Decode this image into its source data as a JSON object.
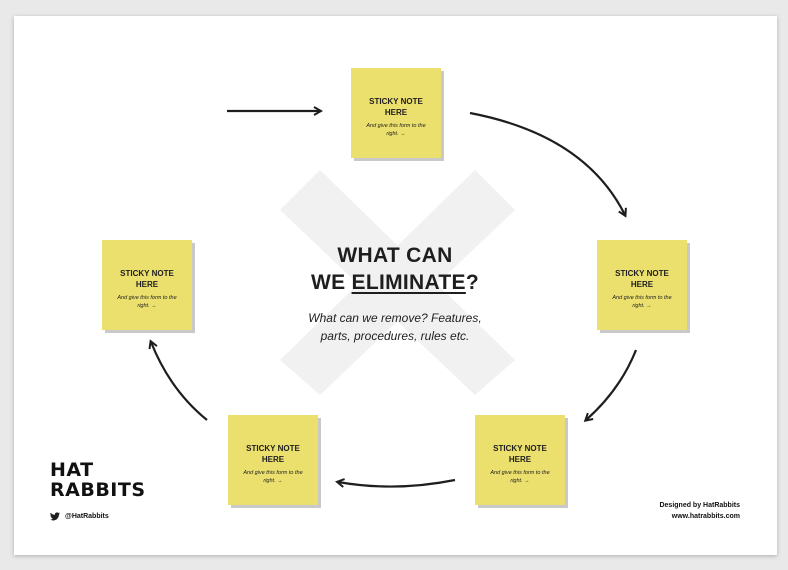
{
  "sticky_note": {
    "title_line1": "STICKY NOTE",
    "title_line2": "HERE",
    "subtitle": "And give this form to the right. →"
  },
  "center": {
    "title_line1": "WHAT CAN",
    "title_we": "WE ",
    "title_eliminate": "ELIMINATE",
    "title_q": "?",
    "subtitle_line1": "What can we remove? Features,",
    "subtitle_line2": "parts, procedures, rules etc."
  },
  "brand": {
    "logo_line1": "HAT",
    "logo_line2": "RABBITS",
    "twitter_handle": "@HatRabbits",
    "twitter_icon": "twitter-bird-icon",
    "designed_by": "Designed by HatRabbits",
    "website": "www.hatrabbits.com"
  },
  "colors": {
    "note": "#ebdf6e",
    "x_shape": "#f1f1f1",
    "arrow": "#1e1e1e"
  }
}
